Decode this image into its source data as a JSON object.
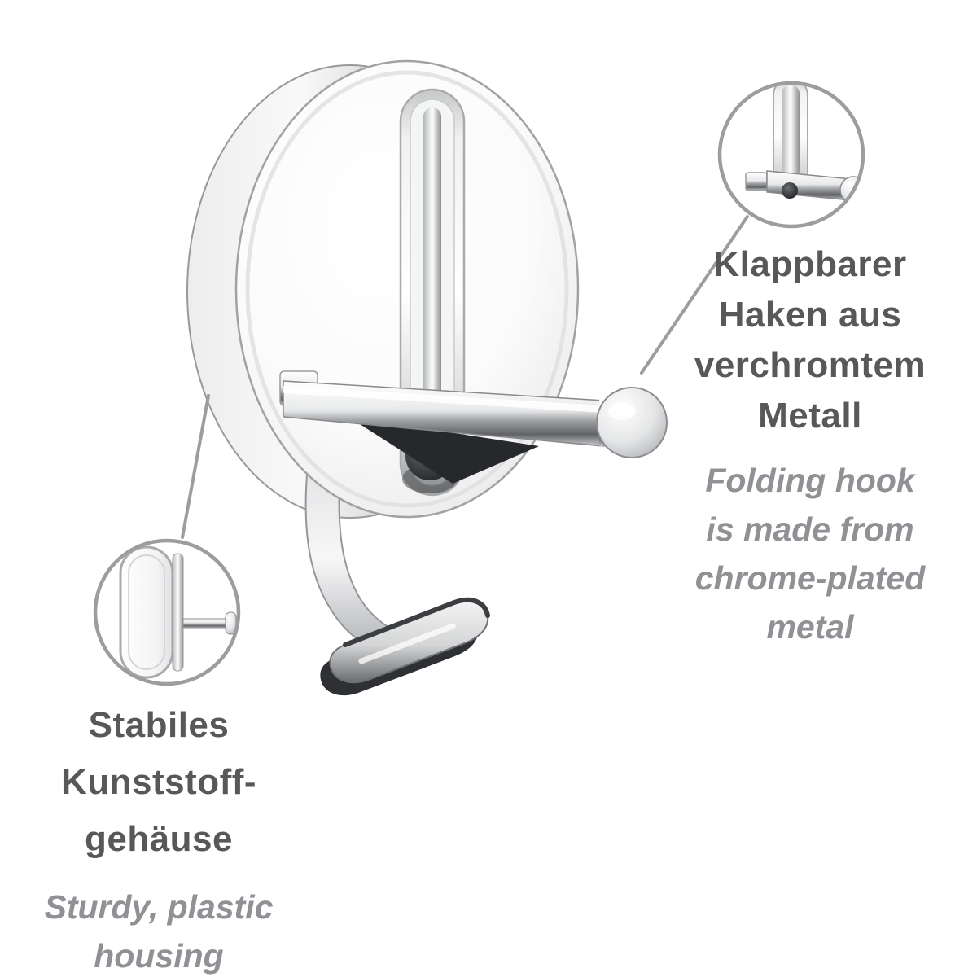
{
  "product": {
    "name": "chrome-folding-wall-hook"
  },
  "callout_hook": {
    "title_lines": [
      "Klappbarer",
      "Haken aus",
      "verchromtem",
      "Metall"
    ],
    "subtitle_lines": [
      "Folding hook",
      "is made from",
      "chrome-plated",
      "metal"
    ]
  },
  "callout_housing": {
    "title_lines": [
      "Stabiles",
      "Kunststoff-",
      "gehäuse"
    ],
    "subtitle_lines": [
      "Sturdy, plastic",
      "housing"
    ]
  },
  "colors": {
    "background": "#ffffff",
    "title_text": "#57585a",
    "subtitle_text": "#8f9194",
    "leader_line": "#9b9d9f",
    "inset_ring": "#9b9d9f"
  }
}
